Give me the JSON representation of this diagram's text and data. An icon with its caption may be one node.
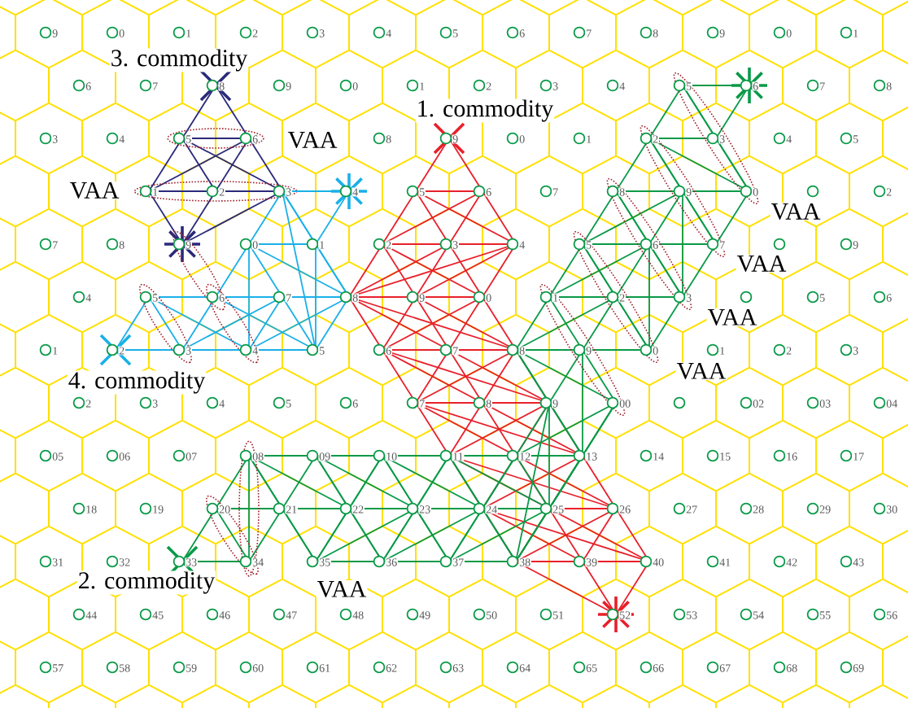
{
  "diagram": {
    "labels": [
      "3. commodity",
      "VAA",
      "1. commodity",
      "VAA",
      "VAA",
      "VAA",
      "VAA",
      "4. commodity",
      "VAA",
      "2. commodity",
      "VAA",
      "9",
      "0",
      "1",
      "2",
      "3",
      "4",
      "5",
      "6",
      "7",
      "8",
      "9",
      "0",
      "1",
      "6",
      "7",
      "8",
      "9",
      "0",
      "1",
      "2",
      "3",
      "4",
      "5",
      "6",
      "7",
      "8",
      "3",
      "4",
      "5",
      "6",
      "8",
      "9",
      "0",
      "1",
      "2",
      "3",
      "4",
      "5",
      "1",
      "2",
      "3",
      "4",
      "5",
      "6",
      "7",
      "8",
      "9",
      "0",
      "2",
      "7",
      "8",
      "9",
      "0",
      "1",
      "2",
      "3",
      "4",
      "5",
      "6",
      "7",
      "9",
      "4",
      "5",
      "6",
      "7",
      "8",
      "9",
      "0",
      "1",
      "2",
      "3",
      "5",
      "6",
      "1",
      "2",
      "3",
      "4",
      "5",
      "6",
      "7",
      "8",
      "9",
      "0",
      "1",
      "2",
      "3",
      "2",
      "3",
      "4",
      "5",
      "6",
      "7",
      "8",
      "9",
      "00",
      "02",
      "03",
      "04",
      "05",
      "06",
      "07",
      "08",
      "09",
      "10",
      "11",
      "12",
      "13",
      "14",
      "15",
      "16",
      "17",
      "18",
      "19",
      "20",
      "21",
      "22",
      "23",
      "24",
      "25",
      "26",
      "27",
      "28",
      "29",
      "30",
      "31",
      "32",
      "33",
      "34",
      "35",
      "36",
      "37",
      "38",
      "39",
      "40",
      "41",
      "42",
      "43",
      "44",
      "45",
      "46",
      "47",
      "48",
      "49",
      "50",
      "51",
      "52",
      "53",
      "54",
      "55",
      "56",
      "57",
      "58",
      "59",
      "60",
      "61",
      "62",
      "63",
      "64",
      "65",
      "66",
      "67",
      "68",
      "69"
    ]
  }
}
